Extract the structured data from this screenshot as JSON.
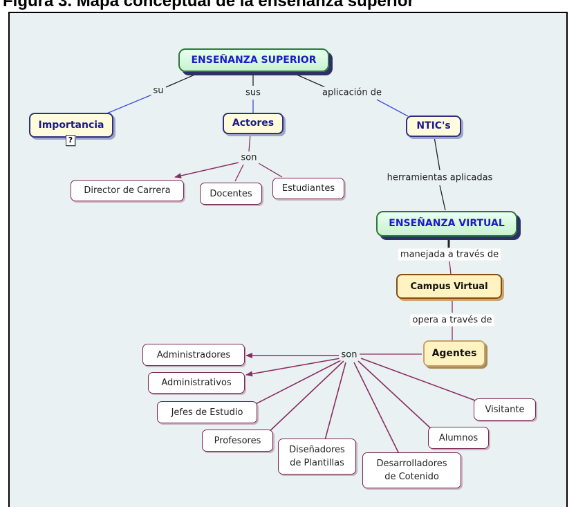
{
  "figure_title": "Figura 3. Mapa conceptual de la enseñanza superior",
  "nodes": {
    "root": "ENSEÑANZA SUPERIOR",
    "importancia": "Importancia",
    "actores": "Actores",
    "ntics": "NTIC's",
    "director": "Director de Carrera",
    "docentes": "Docentes",
    "estudiantes": "Estudiantes",
    "virtual": "ENSEÑANZA VIRTUAL",
    "campus": "Campus Virtual",
    "agentes": "Agentes",
    "administradores": "Administradores",
    "administrativos": "Administrativos",
    "jefes": "Jefes de Estudio",
    "profesores": "Profesores",
    "disenadores_l1": "Diseñadores",
    "disenadores_l2": "de Plantillas",
    "desarrolladores_l1": "Desarrolladores",
    "desarrolladores_l2": "de Cotenido",
    "alumnos": "Alumnos",
    "visitante": "Visitante"
  },
  "links": {
    "su": "su",
    "sus": "sus",
    "aplicacion": "aplicación de",
    "son_actores": "son",
    "herramientas": "herramientas aplicadas",
    "manejada": "manejada a través de",
    "opera": "opera a través de",
    "son_agentes": "son"
  },
  "icons": {
    "resource": "question-document-icon",
    "resource_glyph": "?"
  },
  "colors": {
    "background": "#e9f1f2",
    "main_text": "#1b1ac8",
    "leaf_border": "#7a2553",
    "arrow": "#8a2d62",
    "blue_line": "#3b4de0"
  }
}
